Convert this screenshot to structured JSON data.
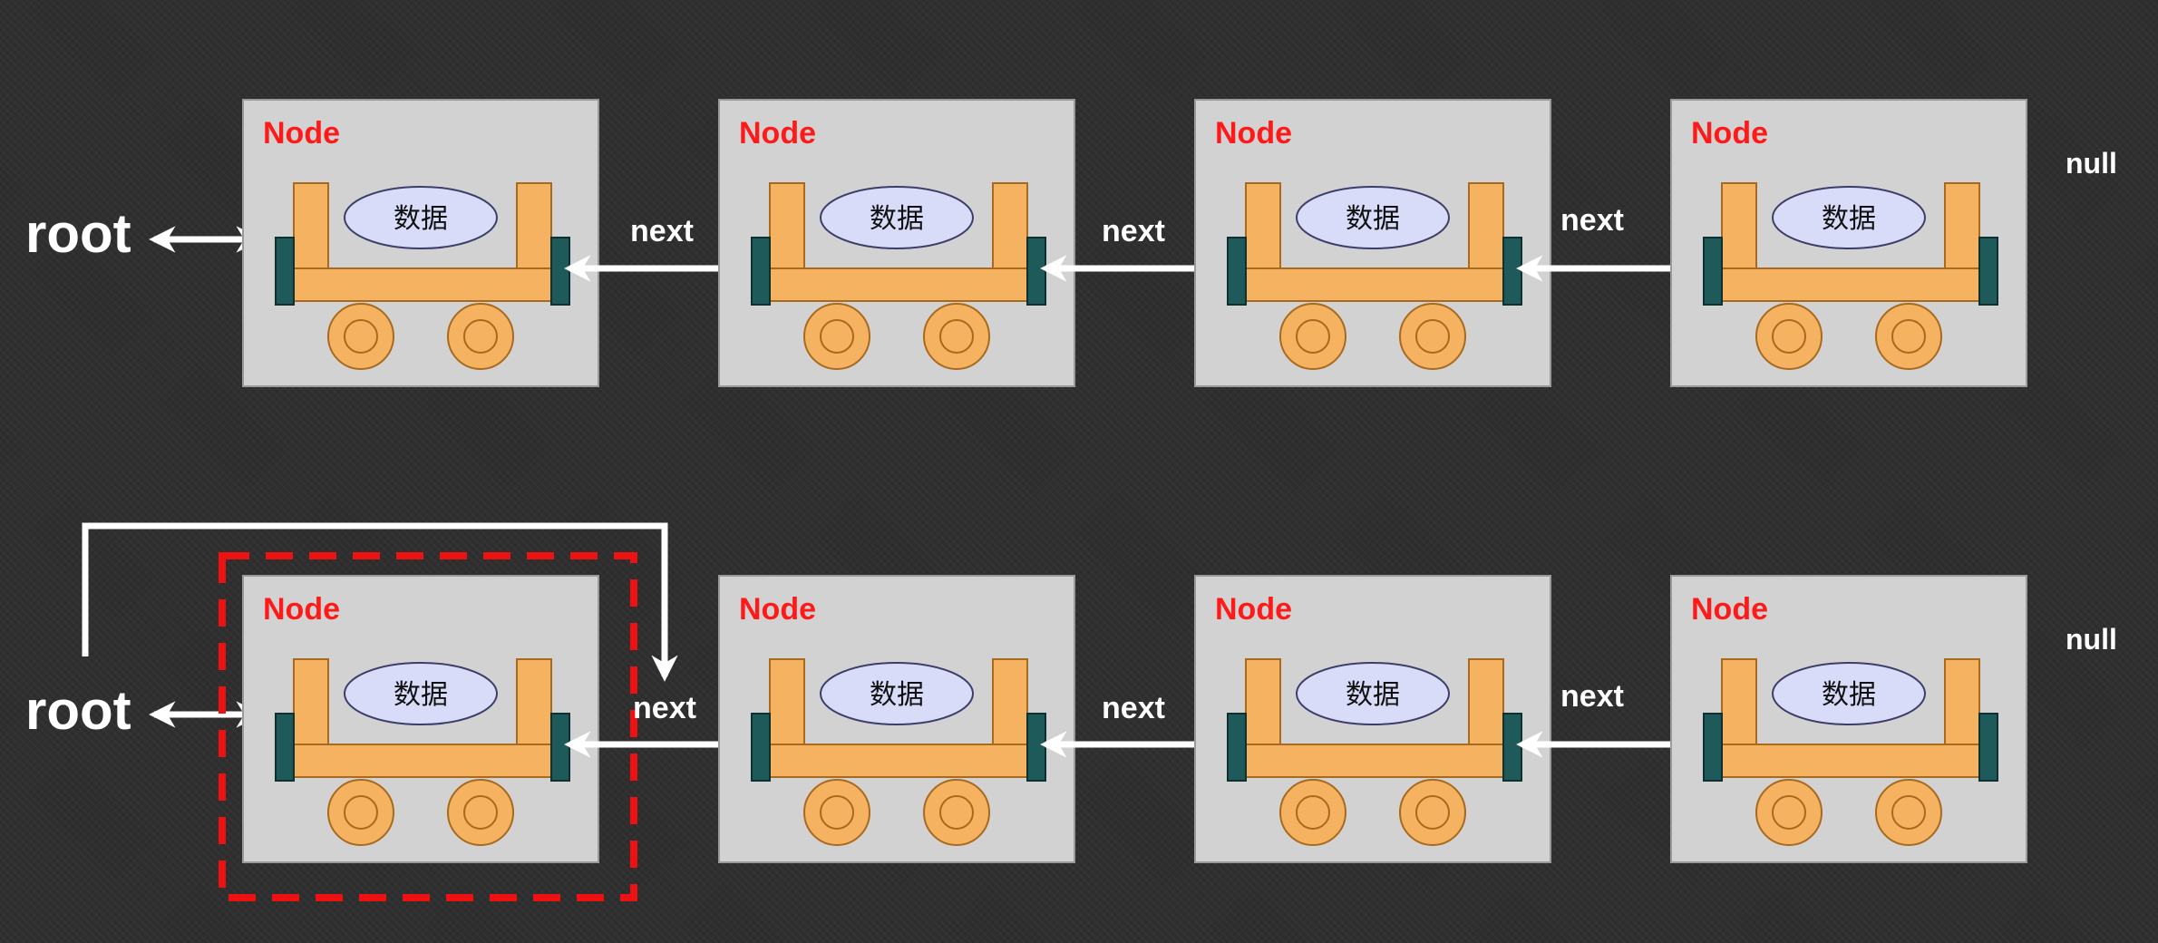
{
  "labels": {
    "node": "Node",
    "data": "数据",
    "next": "next",
    "null": "null",
    "root": "root"
  },
  "rows": [
    {
      "id": "top",
      "node_count": 4,
      "highlight_node": null,
      "root_reroute": false
    },
    {
      "id": "bottom",
      "node_count": 4,
      "highlight_node": 0,
      "root_reroute": true
    }
  ],
  "colors": {
    "background": "#2f2f2f",
    "node_box": "#d2d2d2",
    "cart": "#f5b260",
    "cart_stroke": "#a86a1e",
    "bumper": "#1e5a5a",
    "data_ellipse": "#d8dcf8",
    "node_title": "#ff1a1a",
    "arrow": "#ffffff",
    "highlight": "#ee1111"
  }
}
